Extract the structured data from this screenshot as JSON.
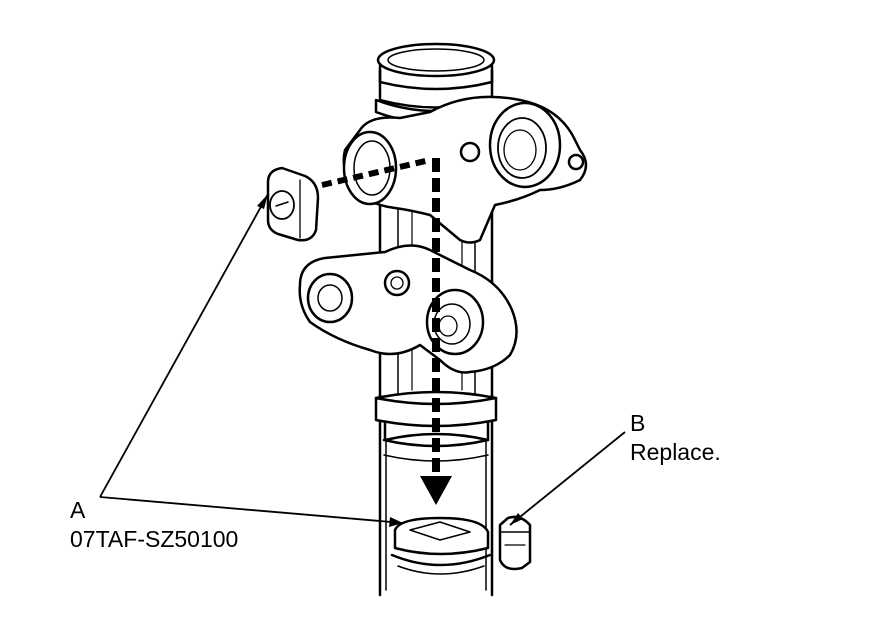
{
  "labels": {
    "a": {
      "letter": "A",
      "part_number": "07TAF-SZ50100"
    },
    "b": {
      "letter": "B",
      "note": "Replace."
    }
  }
}
